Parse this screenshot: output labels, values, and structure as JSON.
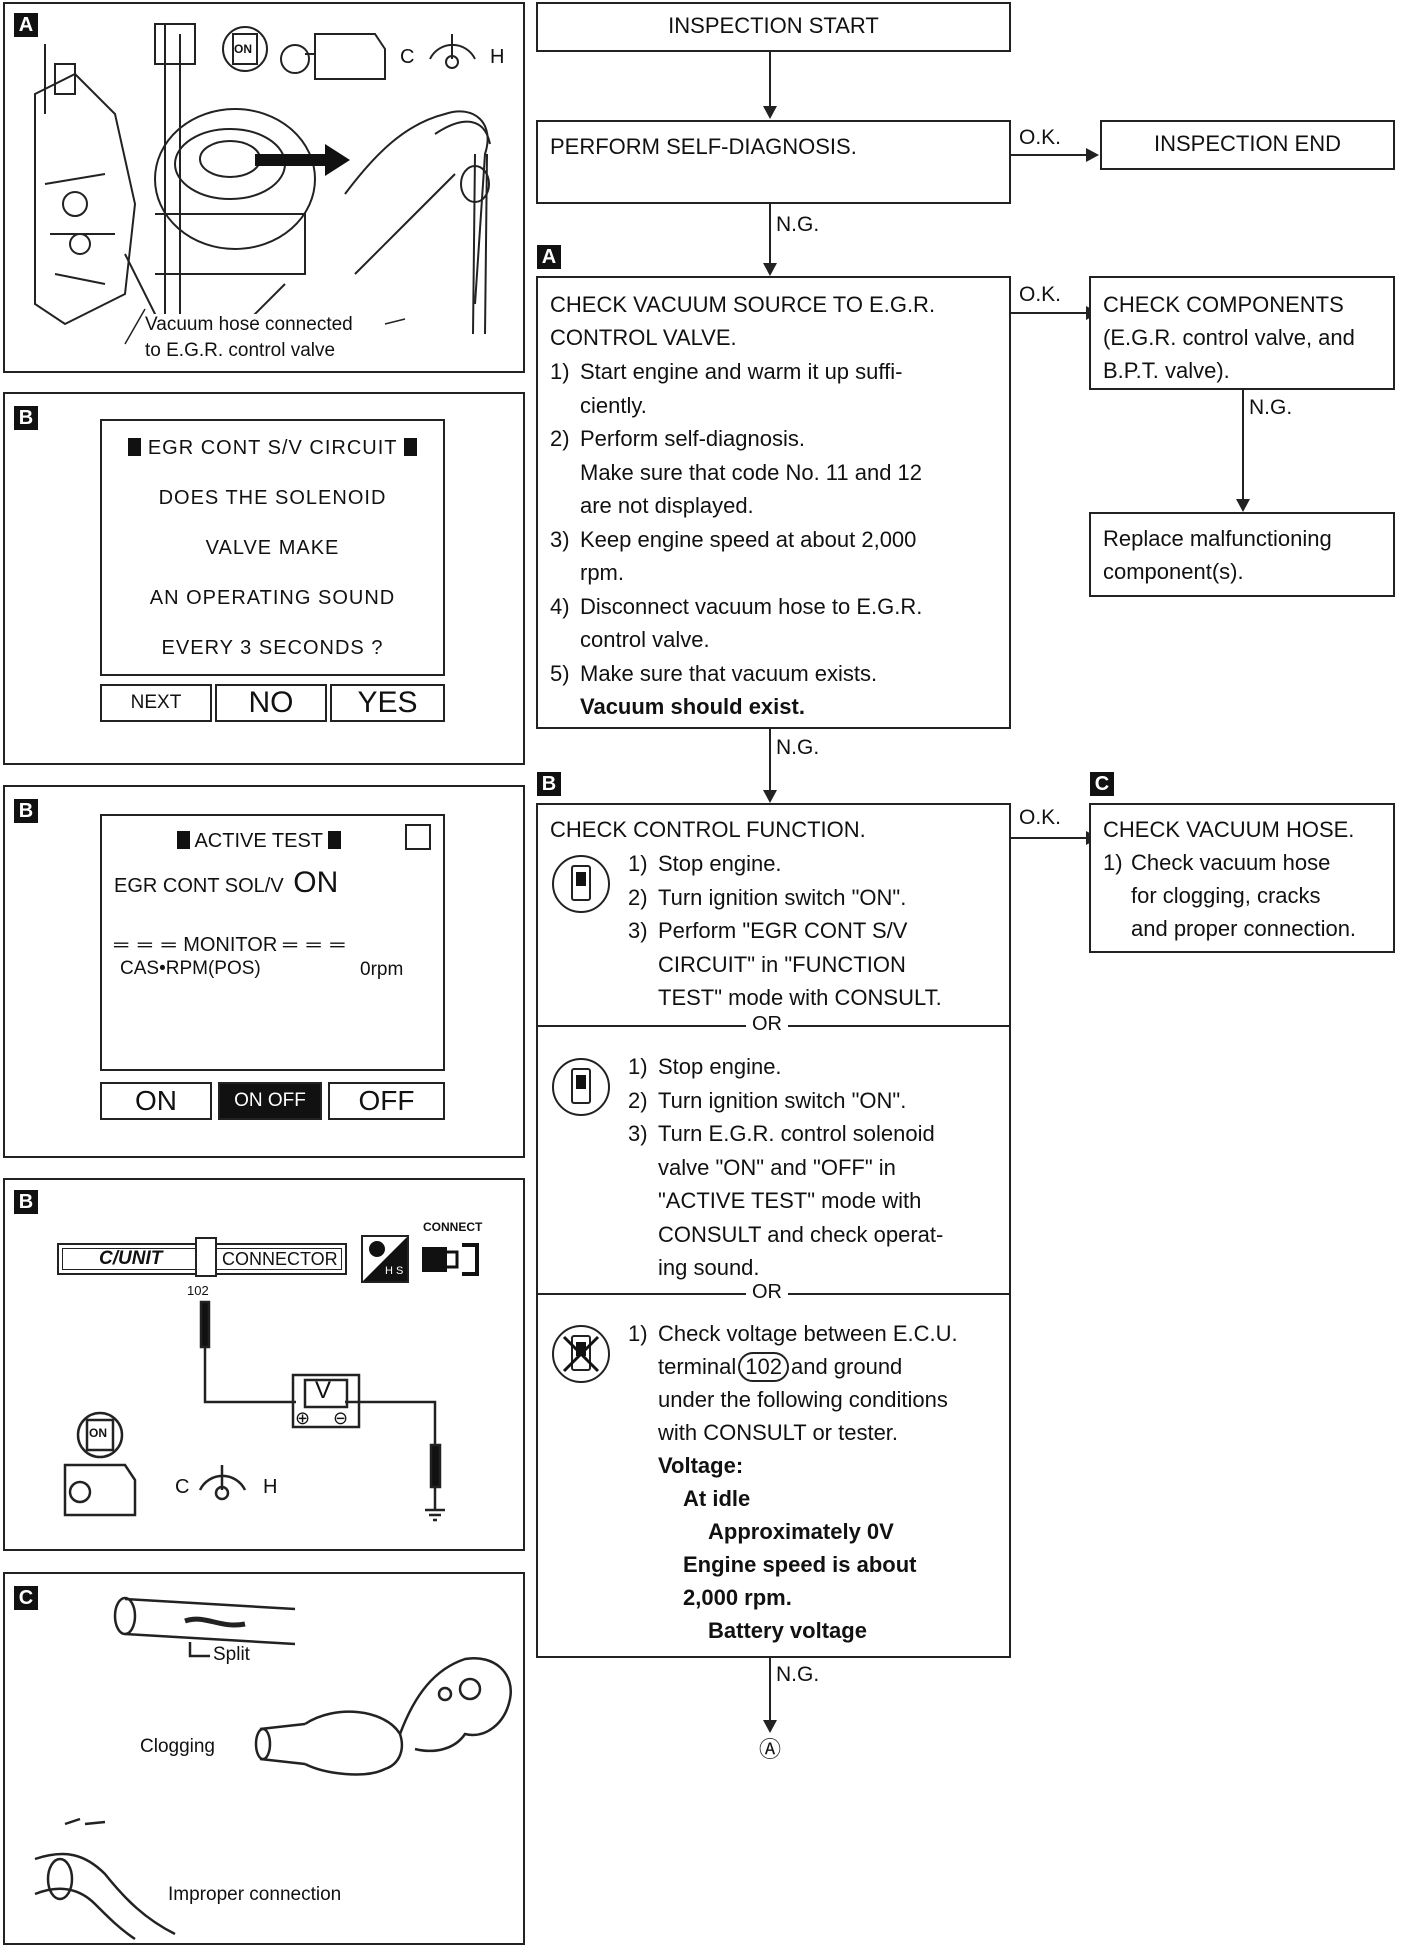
{
  "panels": {
    "a": {
      "tag": "A",
      "caption_line1": "Vacuum hose connected",
      "caption_line2": "to E.G.R. control valve",
      "key_label": "ON",
      "temp_cold": "C",
      "temp_hot": "H"
    },
    "b1": {
      "tag": "B",
      "screen_title": "EGR CONT S/V CIRCUIT",
      "screen_lines": [
        "DOES THE SOLENOID",
        "VALVE MAKE",
        "AN OPERATING SOUND",
        "EVERY 3 SECONDS ?"
      ],
      "buttons": [
        "NEXT",
        "NO",
        "YES"
      ]
    },
    "b2": {
      "tag": "B",
      "screen_title": "ACTIVE TEST",
      "item_label": "EGR CONT SOL/V",
      "item_value": "ON",
      "monitor_label": "MONITOR",
      "monitor_item": "CAS•RPM(POS)",
      "monitor_value": "0rpm",
      "buttons": [
        "ON",
        "ON OFF",
        "OFF"
      ]
    },
    "b3": {
      "tag": "B",
      "unit_label": "C/UNIT",
      "connector_label": "CONNECTOR",
      "connect_label": "CONNECT",
      "hs_label": "H S",
      "pin_label": "102",
      "meter_label": "V",
      "plus": "⊕",
      "minus": "⊖",
      "key_label": "ON",
      "temp_cold": "C",
      "temp_hot": "H"
    },
    "c": {
      "tag": "C",
      "split_label": "Split",
      "clogging_label": "Clogging",
      "improper_label": "Improper connection"
    }
  },
  "flow": {
    "start": "INSPECTION START",
    "self_diag": "PERFORM SELF-DIAGNOSIS.",
    "end": "INSPECTION END",
    "ok": "O.K.",
    "ng": "N.G.",
    "or": "OR",
    "tag_a": "A",
    "tag_b": "B",
    "tag_c": "C",
    "vacuum": {
      "title1": "CHECK VACUUM SOURCE TO E.G.R.",
      "title2": "CONTROL VALVE.",
      "steps": [
        {
          "n": "1)",
          "t": "Start engine and warm it up suffi-"
        },
        {
          "n": "",
          "t": "ciently."
        },
        {
          "n": "2)",
          "t": "Perform self-diagnosis."
        },
        {
          "n": "",
          "t": "Make sure that code No. 11 and 12"
        },
        {
          "n": "",
          "t": "are not displayed."
        },
        {
          "n": "3)",
          "t": "Keep engine speed at about 2,000"
        },
        {
          "n": "",
          "t": "rpm."
        },
        {
          "n": "4)",
          "t": "Disconnect vacuum hose to E.G.R."
        },
        {
          "n": "",
          "t": "control valve."
        },
        {
          "n": "5)",
          "t": "Make sure that vacuum exists."
        }
      ],
      "result": "Vacuum should exist."
    },
    "components": {
      "title": "CHECK COMPONENTS",
      "line2": "(E.G.R. control valve, and",
      "line3": "B.P.T. valve)."
    },
    "replace": {
      "line1": "Replace malfunctioning",
      "line2": "component(s)."
    },
    "control": {
      "title": "CHECK CONTROL FUNCTION.",
      "m1": [
        {
          "n": "1)",
          "t": "Stop engine."
        },
        {
          "n": "2)",
          "t": "Turn ignition switch \"ON\"."
        },
        {
          "n": "3)",
          "t": "Perform \"EGR CONT S/V"
        },
        {
          "n": "",
          "t": "CIRCUIT\" in \"FUNCTION"
        },
        {
          "n": "",
          "t": "TEST\" mode with CONSULT."
        }
      ],
      "m2": [
        {
          "n": "1)",
          "t": "Stop engine."
        },
        {
          "n": "2)",
          "t": "Turn ignition switch \"ON\"."
        },
        {
          "n": "3)",
          "t": "Turn E.G.R. control solenoid"
        },
        {
          "n": "",
          "t": "valve \"ON\" and \"OFF\" in"
        },
        {
          "n": "",
          "t": "\"ACTIVE TEST\" mode with"
        },
        {
          "n": "",
          "t": "CONSULT and check operat-"
        },
        {
          "n": "",
          "t": "ing sound."
        }
      ],
      "m3_line1": "Check voltage between E.C.U.",
      "m3_terminal_pre": "terminal",
      "m3_terminal_num": "102",
      "m3_terminal_post": "and ground",
      "m3_line3": "under the following conditions",
      "m3_line4": "with CONSULT or tester.",
      "m3_num": "1)",
      "voltage_label": "Voltage:",
      "idle_label": "At idle",
      "idle_value": "Approximately 0V",
      "speed_label1": "Engine speed is about",
      "speed_label2": "2,000 rpm.",
      "speed_value": "Battery voltage"
    },
    "hose": {
      "title": "CHECK VACUUM HOSE.",
      "n": "1)",
      "line1": "Check vacuum hose",
      "line2": "for clogging, cracks",
      "line3": "and proper connection."
    },
    "goto": "Ⓐ"
  }
}
